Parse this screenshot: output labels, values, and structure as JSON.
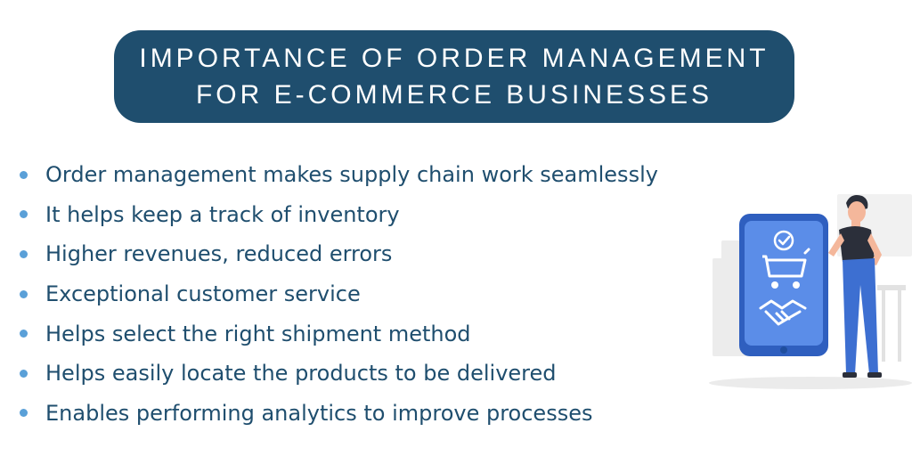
{
  "title": {
    "line1": "Importance of Order Management",
    "line2": "for E-commerce Businesses"
  },
  "bullets": [
    "Order management makes supply chain work seamlessly",
    "It helps keep a track of inventory",
    "Higher revenues, reduced errors",
    "Exceptional customer service",
    "Helps select the right shipment method",
    "Helps easily locate the products to be delivered",
    "Enables performing analytics to improve processes"
  ],
  "colors": {
    "title_bg": "#1f4e6e",
    "text": "#1f4e6e",
    "bullet_dot": "#5aa0d8",
    "phone_body": "#3d6fd1",
    "phone_screen": "#5b8de8"
  },
  "illustration": {
    "icons": [
      "checkmark-icon",
      "shopping-cart-icon",
      "handshake-icon"
    ]
  }
}
